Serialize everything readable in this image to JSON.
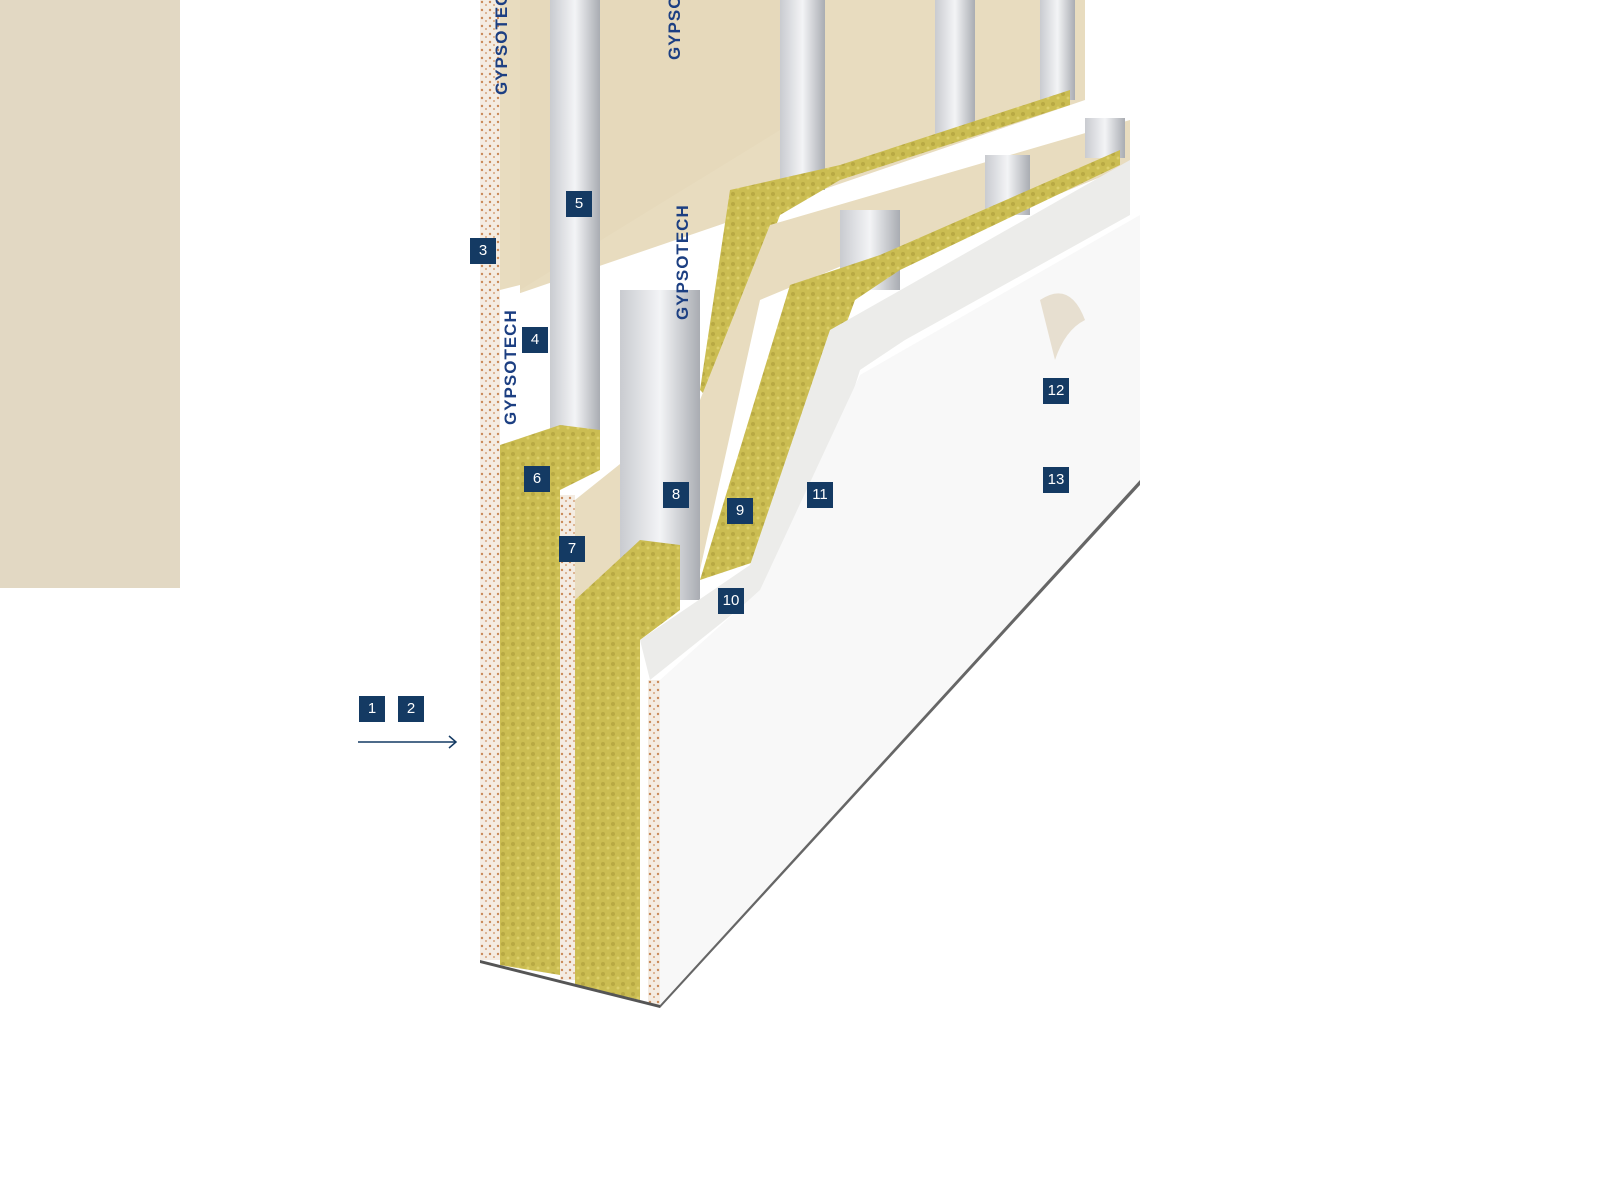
{
  "brand_text": "GYPSOTECH",
  "labels": [
    "1",
    "2",
    "3",
    "4",
    "5",
    "6",
    "7",
    "8",
    "9",
    "10",
    "11",
    "12",
    "13"
  ],
  "colors": {
    "label_bg": "#143a63",
    "panel": "#e2d8c3",
    "insulation": "#cdbf55",
    "board_face": "#e8dcbf",
    "finish": "#f7f7f7"
  }
}
